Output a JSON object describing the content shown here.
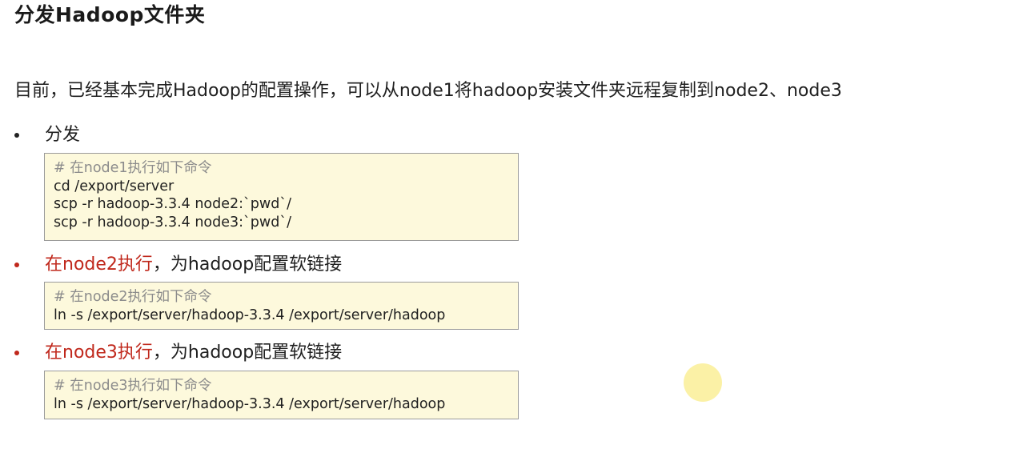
{
  "title": "分发Hadoop文件夹",
  "intro": "目前，已经基本完成Hadoop的配置操作，可以从node1将hadoop安装文件夹远程复制到node2、node3",
  "bullets": [
    {
      "label": "分发",
      "highlight": "",
      "rest": "分发",
      "code": {
        "comment": "# 在node1执行如下命令",
        "lines": [
          "cd /export/server",
          "scp -r hadoop-3.3.4 node2:`pwd`/",
          "scp -r hadoop-3.3.4 node3:`pwd`/"
        ]
      }
    },
    {
      "highlight": "在node2执行",
      "rest": "，为hadoop配置软链接",
      "code": {
        "comment": "# 在node2执行如下命令",
        "lines": [
          "ln -s /export/server/hadoop-3.3.4 /export/server/hadoop"
        ]
      }
    },
    {
      "highlight": "在node3执行",
      "rest": "，为hadoop配置软链接",
      "code": {
        "comment": "# 在node3执行如下命令",
        "lines": [
          "ln -s /export/server/hadoop-3.3.4 /export/server/hadoop"
        ]
      }
    }
  ],
  "colors": {
    "highlight_red": "#c0281c",
    "code_background": "#fdf9dc",
    "comment_gray": "#8c8c8c"
  }
}
